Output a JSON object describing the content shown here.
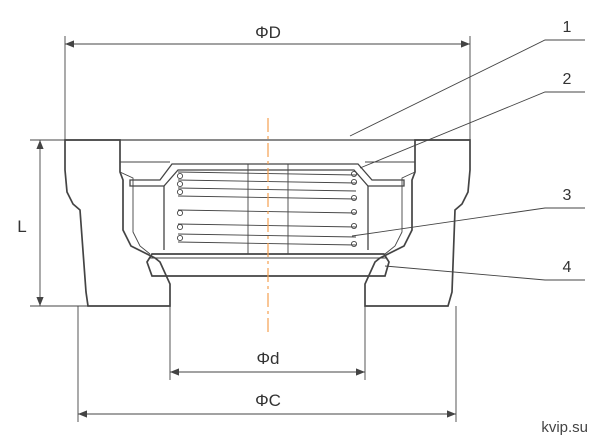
{
  "dimensions": {
    "outer_diameter": "ΦD",
    "bore_diameter": "Φd",
    "body_diameter": "ΦC",
    "length": "L"
  },
  "callouts": [
    "1",
    "2",
    "3",
    "4"
  ],
  "watermark": "kvip.su",
  "colors": {
    "line": "#444444",
    "centerline": "#f5a050",
    "background": "#ffffff"
  }
}
